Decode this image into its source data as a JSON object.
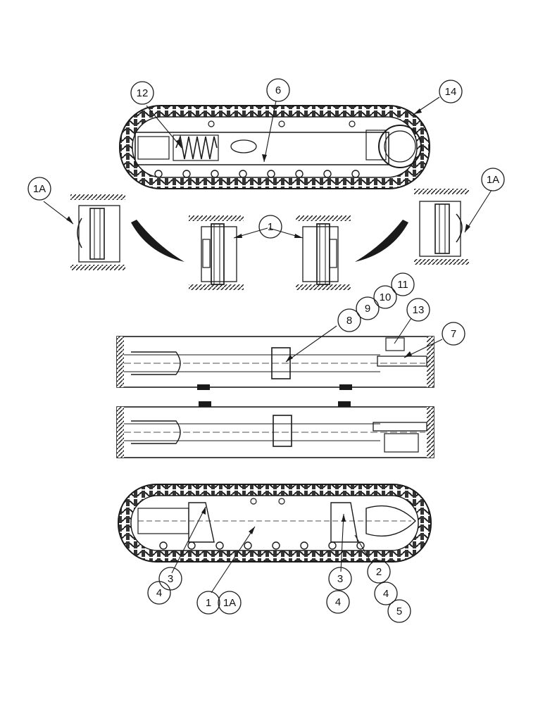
{
  "diagram": {
    "callouts": [
      {
        "id": "c12",
        "label": "12"
      },
      {
        "id": "c6",
        "label": "6"
      },
      {
        "id": "c14",
        "label": "14"
      },
      {
        "id": "c1a-left",
        "label": "1A"
      },
      {
        "id": "c1a-right",
        "label": "1A"
      },
      {
        "id": "c1-mid",
        "label": "1"
      },
      {
        "id": "c11",
        "label": "11"
      },
      {
        "id": "c10",
        "label": "10"
      },
      {
        "id": "c9",
        "label": "9"
      },
      {
        "id": "c8",
        "label": "8"
      },
      {
        "id": "c13",
        "label": "13"
      },
      {
        "id": "c7",
        "label": "7"
      },
      {
        "id": "c3-left",
        "label": "3"
      },
      {
        "id": "c4-left",
        "label": "4"
      },
      {
        "id": "c1-bottom",
        "label": "1"
      },
      {
        "id": "c1a-bottom",
        "label": "1A"
      },
      {
        "id": "c3-right",
        "label": "3"
      },
      {
        "id": "c4-right",
        "label": "4"
      },
      {
        "id": "c2",
        "label": "2"
      },
      {
        "id": "c4-far",
        "label": "4"
      },
      {
        "id": "c5",
        "label": "5"
      }
    ]
  }
}
